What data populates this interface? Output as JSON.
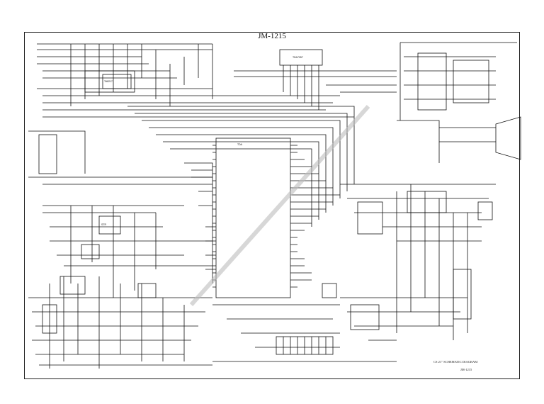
{
  "title": "JM-1215",
  "caption": {
    "line1": "CS 21\" SCHEMATIC DIAGRAM",
    "line2": "JM-1215"
  },
  "ic_labels": {
    "main_ic": "TDA",
    "top_ic": "TDA7057",
    "audio_ic": "TA8217",
    "power_ic": "STR"
  },
  "colors": {
    "ink": "#111111",
    "paper": "#ffffff",
    "watermark": "#bdbdbd"
  }
}
